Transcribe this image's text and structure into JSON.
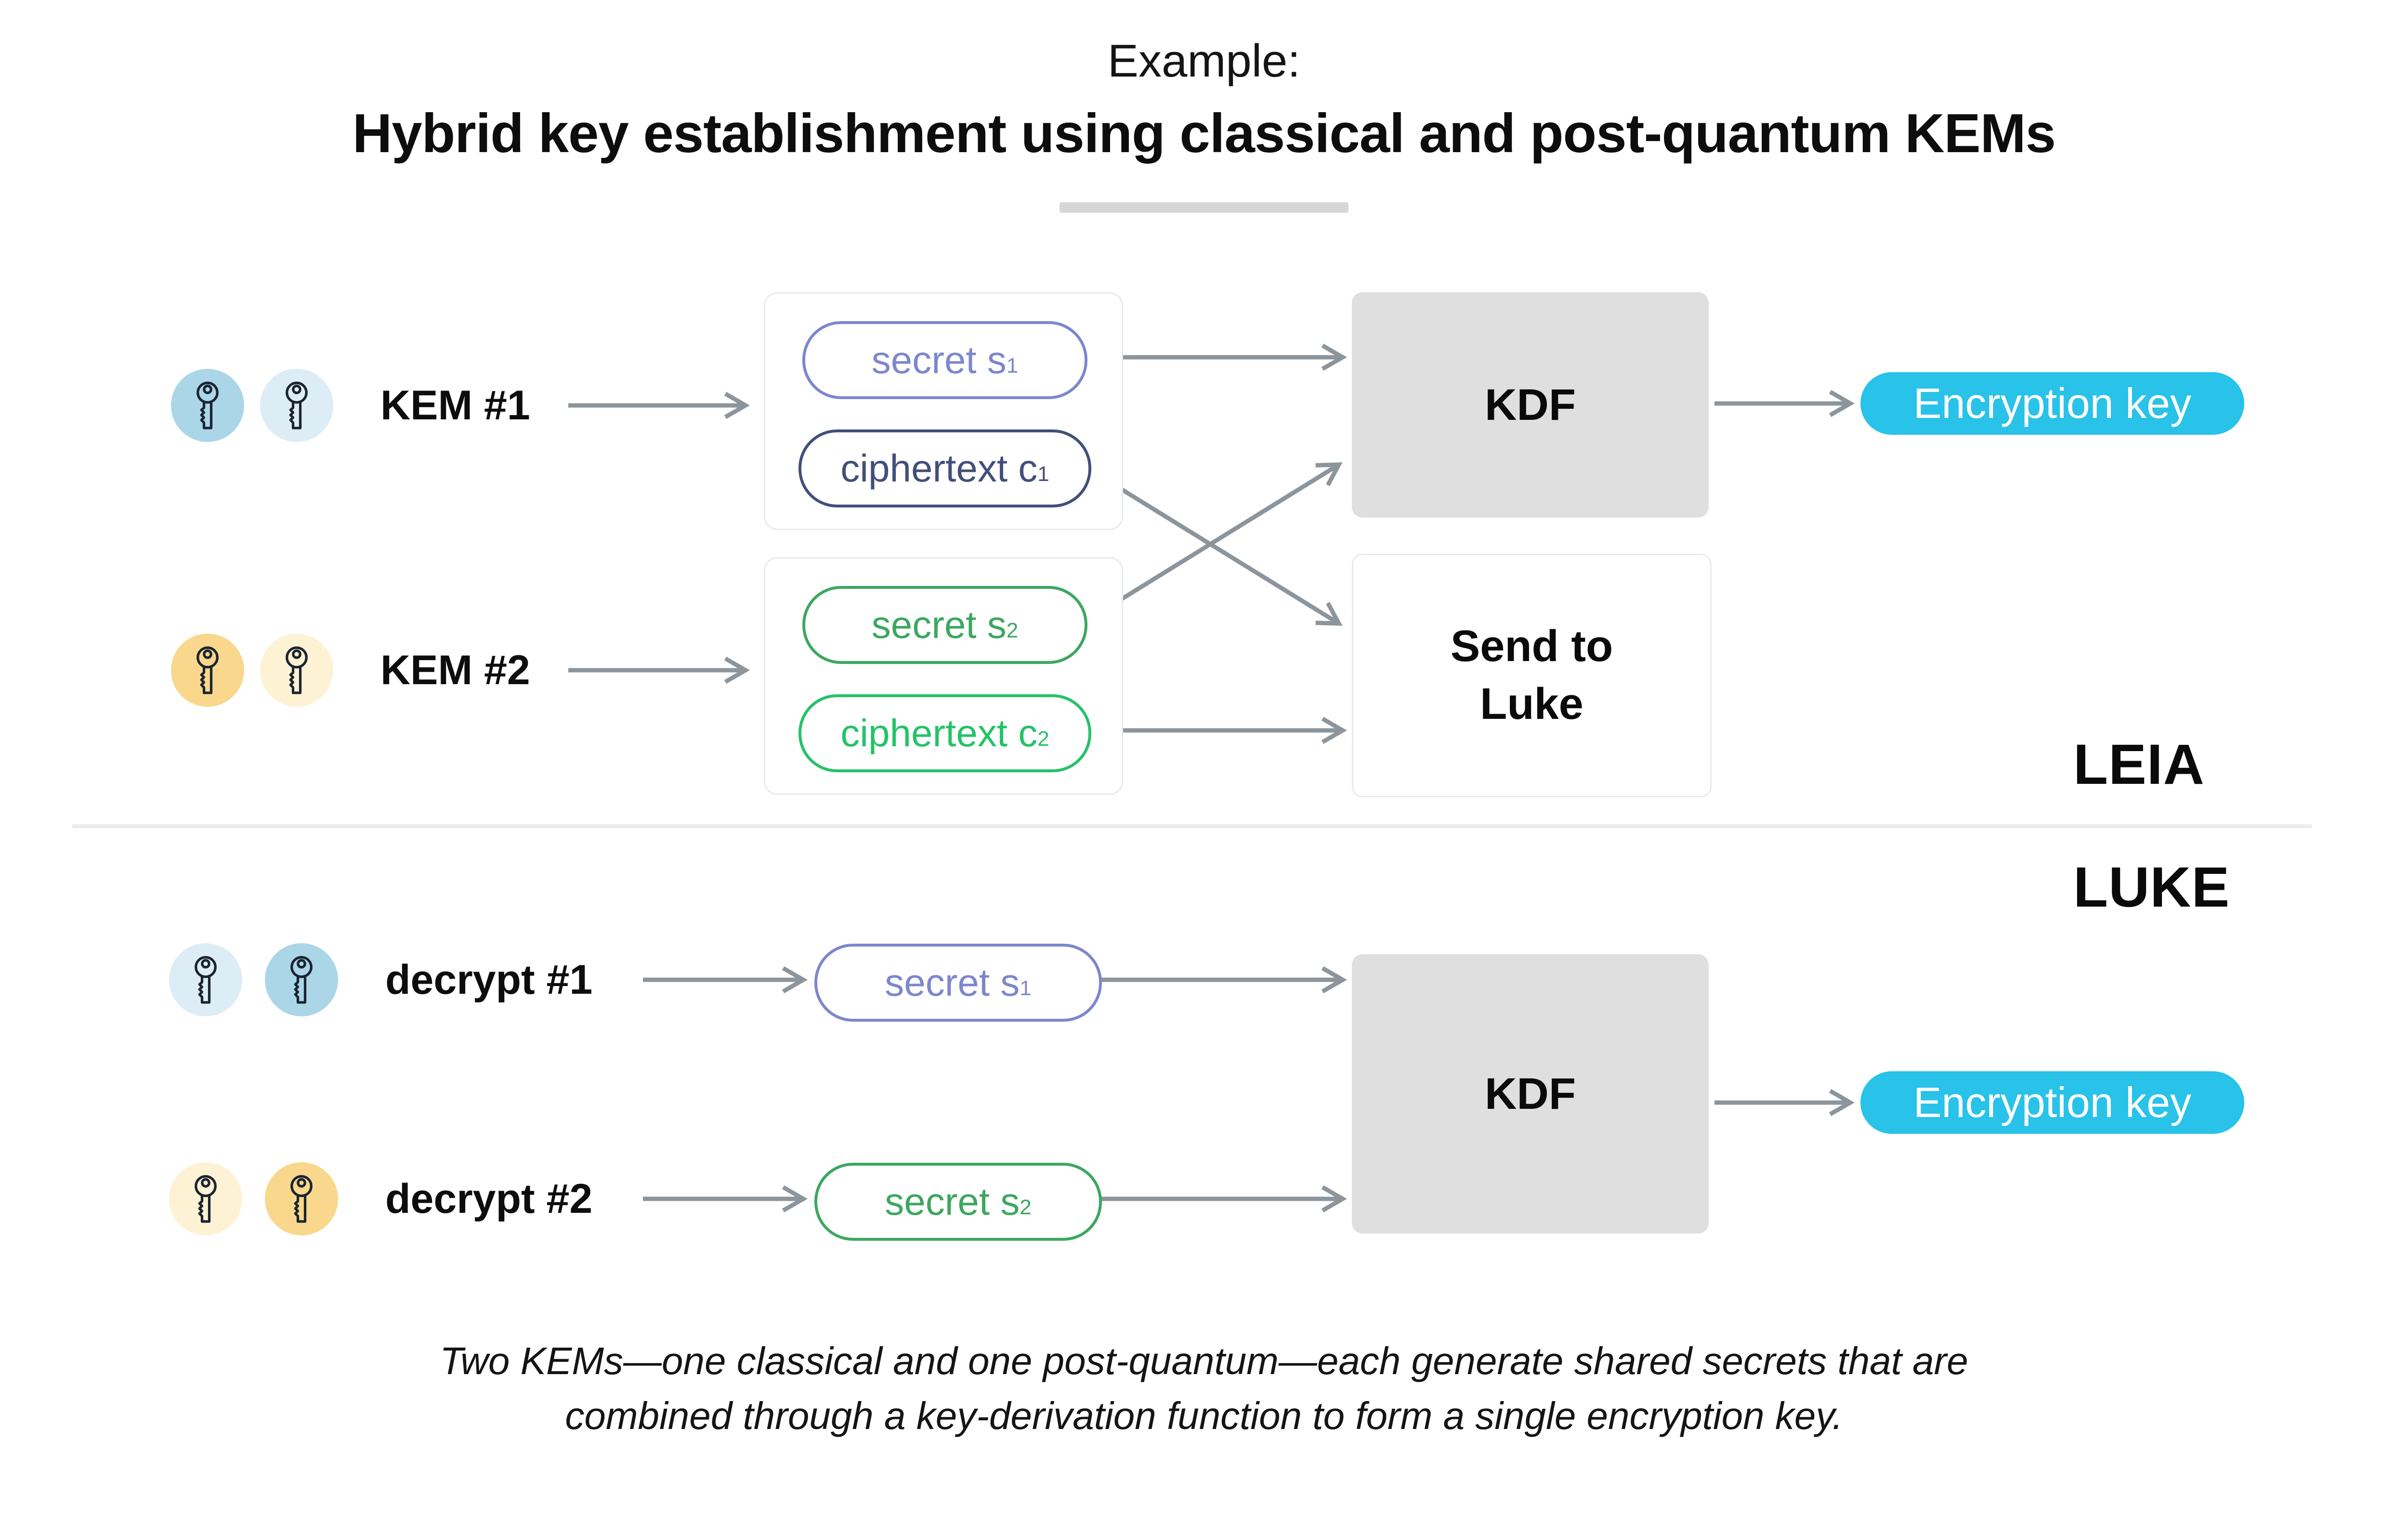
{
  "colors": {
    "accent-cyan": "#29c2e9",
    "pill-purple": "#7c87cc",
    "pill-navy": "#424f79",
    "pill-green": "#3da75f",
    "pill-green-bright": "#25c268",
    "circle-blue": "#abd6e8",
    "circle-blue-light": "#dcedf6",
    "circle-yellow": "#f9d88d",
    "circle-yellow-light": "#fdf2d4",
    "kdf-gray": "#dfdfdf",
    "box-border": "#e8eaec",
    "arrow-gray": "#8d959c",
    "divider": "#ececec",
    "title-underline": "#d6d6d6",
    "key-stroke": "#1b2430"
  },
  "header": {
    "pretitle": "Example:",
    "title": "Hybrid key establishment using classical and post-quantum KEMs"
  },
  "leia": {
    "actor": "LEIA",
    "kem1": {
      "label": "KEM #1",
      "secret_text": "secret s",
      "secret_sub": "1",
      "cipher_text": "ciphertext c",
      "cipher_sub": "1"
    },
    "kem2": {
      "label": "KEM #2",
      "secret_text": "secret s",
      "secret_sub": "2",
      "cipher_text": "ciphertext c",
      "cipher_sub": "2"
    },
    "kdf": "KDF",
    "send_line1": "Send to",
    "send_line2": "Luke",
    "encryption_key": "Encryption key"
  },
  "luke": {
    "actor": "LUKE",
    "decrypt1": {
      "label": "decrypt #1",
      "secret_text": "secret s",
      "secret_sub": "1"
    },
    "decrypt2": {
      "label": "decrypt #2",
      "secret_text": "secret s",
      "secret_sub": "2"
    },
    "kdf": "KDF",
    "encryption_key": "Encryption key"
  },
  "caption": {
    "line1": "Two KEMs—one classical and one post-quantum—each generate shared secrets that are",
    "line2": "combined through a key-derivation function to form a single encryption key."
  }
}
